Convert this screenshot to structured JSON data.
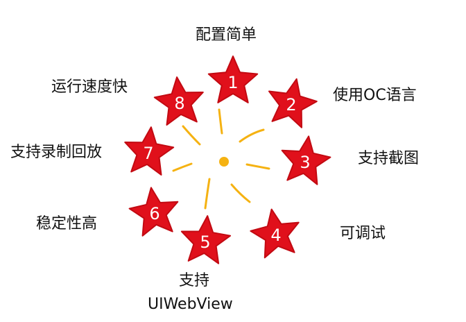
{
  "colors": {
    "star_fill": "#e0101b",
    "star_stroke": "#c20a12",
    "ray": "#f5b212",
    "center_dot": "#f5b212",
    "text": "#111111"
  },
  "center": {
    "icon": "center-dot-icon"
  },
  "features": [
    {
      "number": "1",
      "label": "配置简单"
    },
    {
      "number": "2",
      "label": "使用OC语言"
    },
    {
      "number": "3",
      "label": "支持截图"
    },
    {
      "number": "4",
      "label": "可调试"
    },
    {
      "number": "5",
      "label_line1": "支持",
      "label_line2": "UIWebView"
    },
    {
      "number": "6",
      "label": "稳定性高"
    },
    {
      "number": "7",
      "label": "支持录制回放"
    },
    {
      "number": "8",
      "label": "运行速度快"
    }
  ]
}
